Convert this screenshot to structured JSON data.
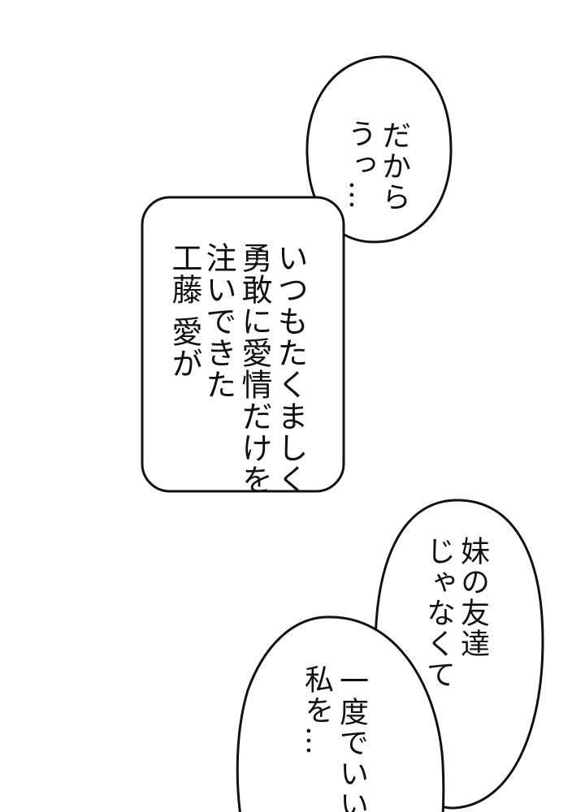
{
  "bubbles": [
    {
      "kind": "speech-bubble",
      "lines": [
        "だから",
        "うっ…"
      ]
    },
    {
      "kind": "narration-box",
      "lines": [
        "いつもたくましく",
        "勇敢に愛情だけを",
        "注いできた",
        "工藤 愛が"
      ]
    },
    {
      "kind": "speech-bubble",
      "lines": [
        "妹の友達",
        "じゃなくて"
      ]
    },
    {
      "kind": "speech-bubble",
      "lines": [
        "一度でいいか",
        "私を…"
      ]
    }
  ],
  "colors": {
    "background": "#ffffff",
    "ink": "#111111"
  }
}
